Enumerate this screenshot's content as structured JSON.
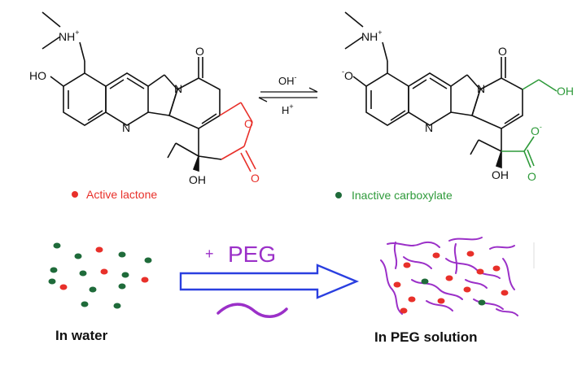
{
  "reaction": {
    "forward_reagent": "OH",
    "forward_reagent_charge": "-",
    "reverse_reagent": "H",
    "reverse_reagent_charge": "+"
  },
  "molecule_labels": {
    "ammonium": "NH",
    "ammonium_charge": "+",
    "hydroxyl": "HO",
    "oxide_charge": "-",
    "oxide": "O",
    "ring_n": "N",
    "carbonyl_o": "O",
    "lactone_o": "O",
    "tertiary_oh": "OH",
    "hydroxymethyl": "OH",
    "carboxylate_o": "O"
  },
  "legend": {
    "active": {
      "label": "Active lactone",
      "color": "#e8302a"
    },
    "inactive": {
      "label": "Inactive carboxylate",
      "color": "#1f6b3a"
    }
  },
  "process": {
    "plus": "+",
    "additive": "PEG",
    "additive_color": "#9b30c8",
    "arrow_color": "#2a3fe0",
    "left_caption": "In water",
    "right_caption": "In PEG solution"
  },
  "colors": {
    "lactone_ring": "#e8302a",
    "carboxylate_group": "#2e9a3a",
    "peg_chain": "#9b30c8"
  }
}
